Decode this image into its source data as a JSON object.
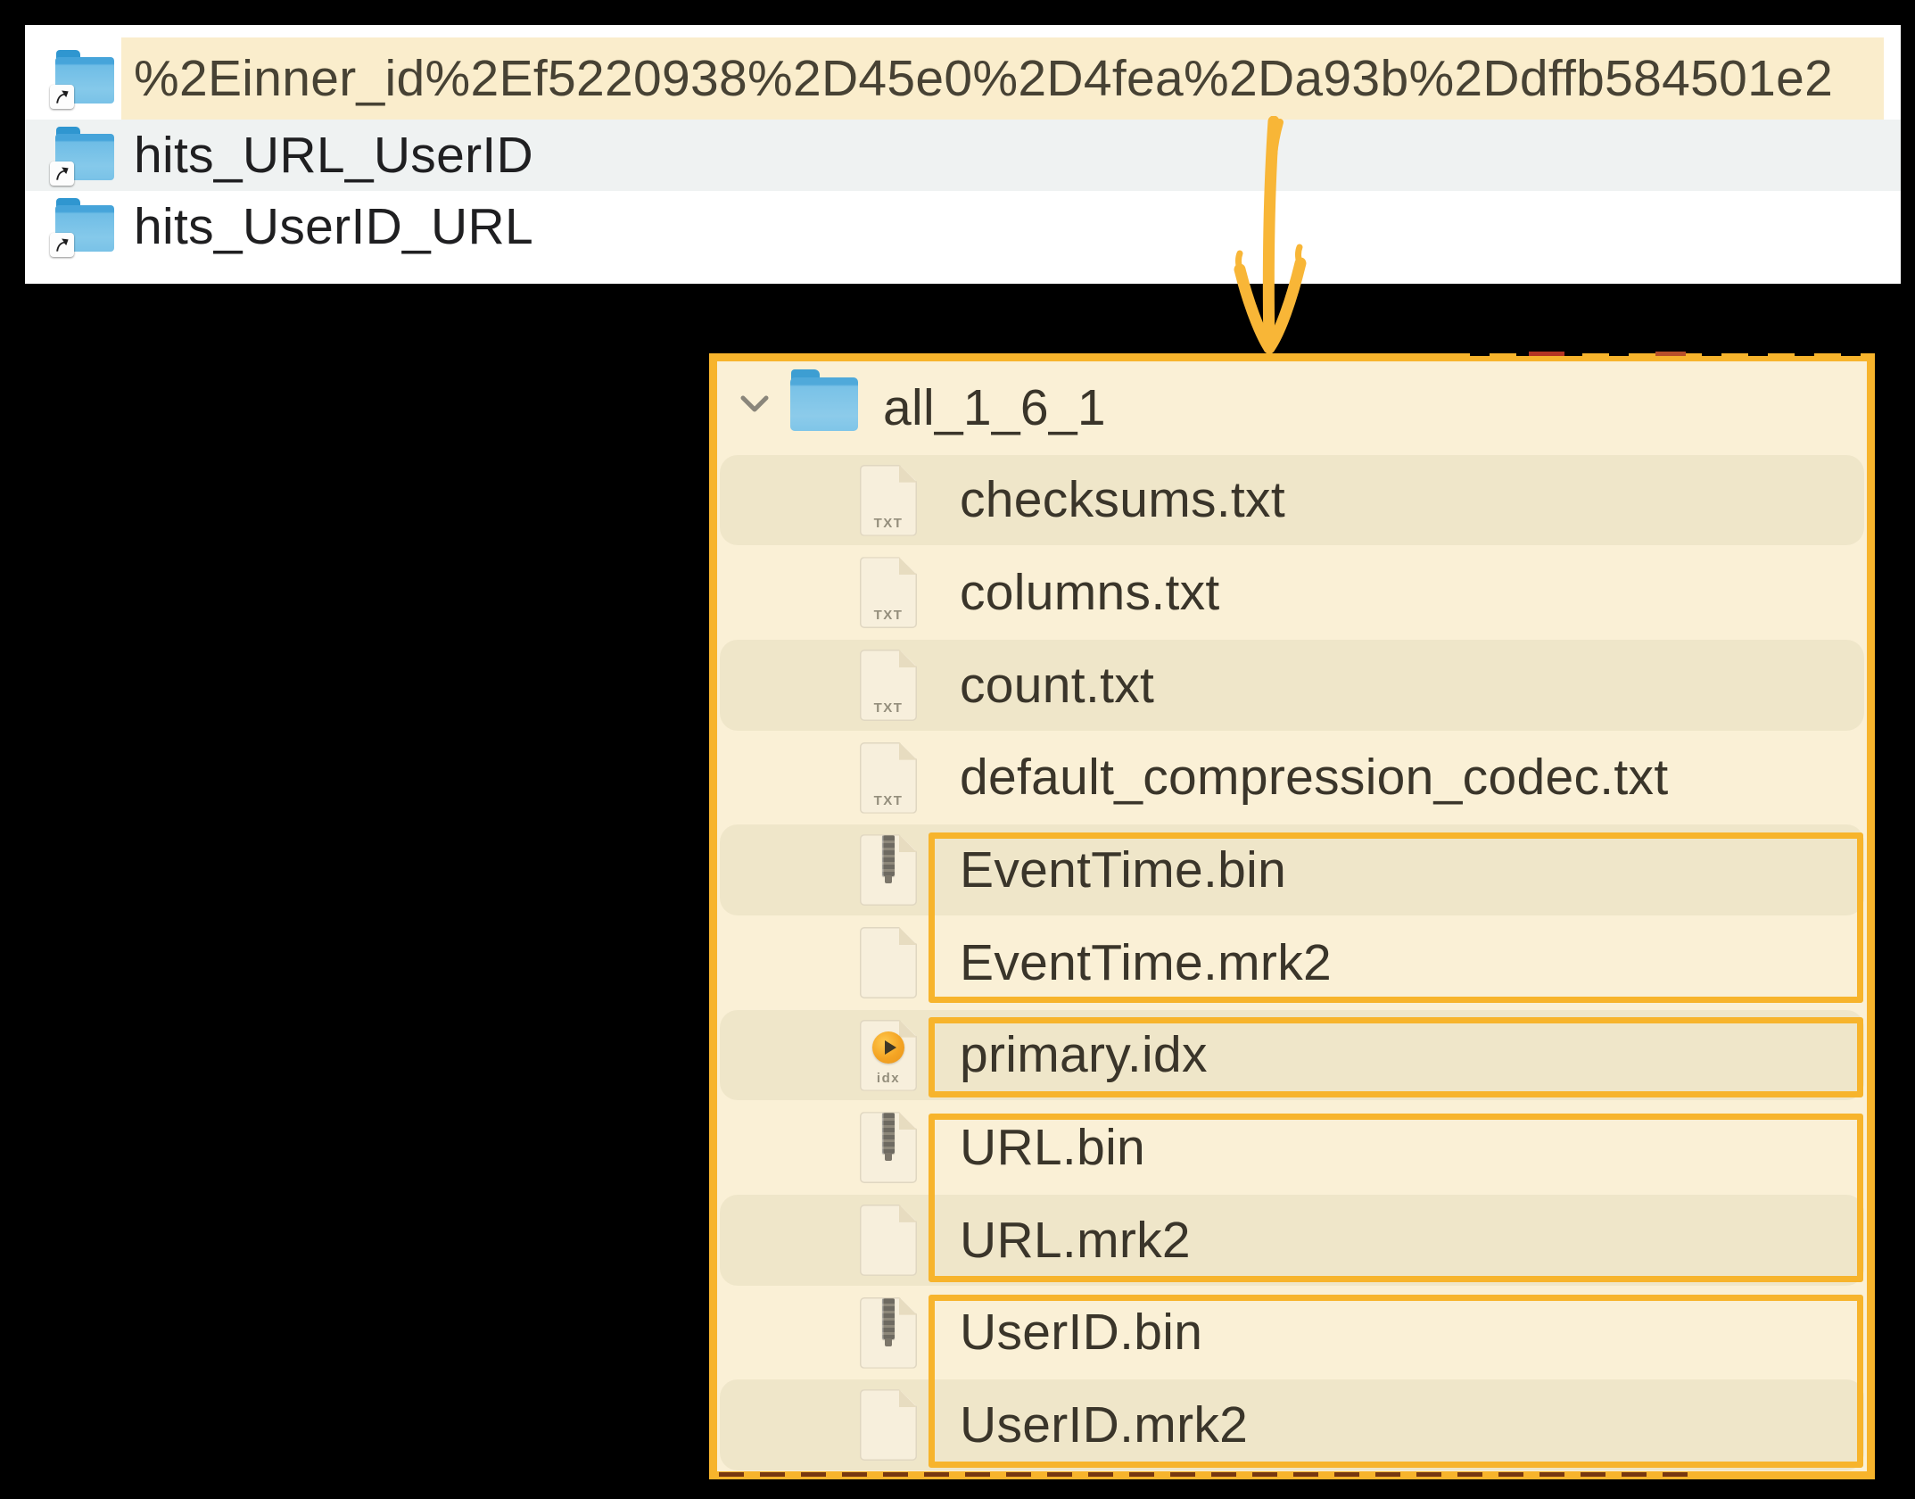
{
  "finder_list": {
    "rows": [
      {
        "name": "%2Einner_id%2Ef5220938%2D45e0%2D4fea%2Da93b%2Ddffb584501e2",
        "icon": "folder-alias-icon",
        "highlighted": true
      },
      {
        "name": "hits_URL_UserID",
        "icon": "folder-alias-icon",
        "highlighted": false
      },
      {
        "name": "hits_UserID_URL",
        "icon": "folder-alias-icon",
        "highlighted": false
      }
    ]
  },
  "panel": {
    "folder_label": "all_1_6_1",
    "folder_icon": "folder-icon",
    "disclosure": "chevron-down-icon",
    "files": [
      {
        "label": "checksums.txt",
        "icon": "txt-file-icon"
      },
      {
        "label": "columns.txt",
        "icon": "txt-file-icon"
      },
      {
        "label": "count.txt",
        "icon": "txt-file-icon"
      },
      {
        "label": "default_compression_codec.txt",
        "icon": "txt-file-icon"
      },
      {
        "label": "EventTime.bin",
        "icon": "bin-file-icon"
      },
      {
        "label": "EventTime.mrk2",
        "icon": "plain-file-icon"
      },
      {
        "label": "primary.idx",
        "icon": "idx-file-icon"
      },
      {
        "label": "URL.bin",
        "icon": "bin-file-icon"
      },
      {
        "label": "URL.mrk2",
        "icon": "plain-file-icon"
      },
      {
        "label": "UserID.bin",
        "icon": "bin-file-icon"
      },
      {
        "label": "UserID.mrk2",
        "icon": "plain-file-icon"
      }
    ]
  },
  "icon_labels": {
    "txt": "TXT",
    "idx": "idx"
  },
  "annotation": {
    "arrow": "down-arrow",
    "highlight_boxes": [
      "EventTime.bin + EventTime.mrk2",
      "primary.idx",
      "URL.bin + URL.mrk2",
      "UserID.bin + UserID.mrk2"
    ]
  },
  "colors": {
    "annotation_orange": "#F7B42C",
    "panel_background": "#FAF0D6",
    "panel_row_stripe": "#EFE6C9",
    "selected_row_highlight": "#FAEDCC",
    "alt_row_gray": "#EFF2F2",
    "folder_blue": "#5FB3E0"
  }
}
